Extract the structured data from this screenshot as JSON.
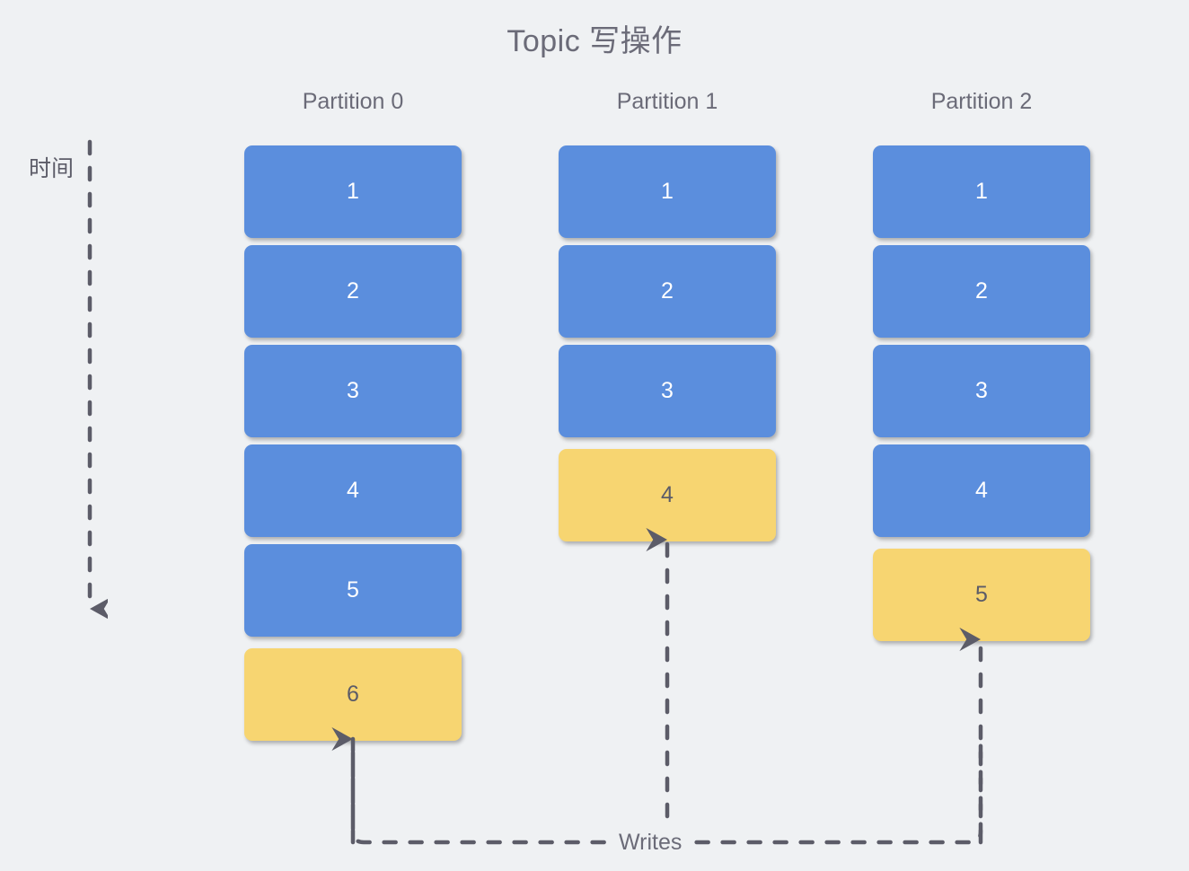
{
  "title": "Topic 写操作",
  "background_color": "#eff1f3",
  "colors": {
    "committed": "#5b8edd",
    "pending": "#f7d571",
    "text_dark": "#6b6b78",
    "text_light": "#ffffff",
    "arrow": "#5c5c68"
  },
  "time_axis": {
    "label": "时间",
    "direction": "down",
    "style": "dashed-arrow"
  },
  "writes": {
    "label": "Writes",
    "style": "dashed-elbow-arrows",
    "targets": [
      "Partition 0",
      "Partition 1",
      "Partition 2"
    ]
  },
  "partitions": [
    {
      "header": "Partition 0",
      "messages": [
        {
          "label": "1",
          "state": "committed"
        },
        {
          "label": "2",
          "state": "committed"
        },
        {
          "label": "3",
          "state": "committed"
        },
        {
          "label": "4",
          "state": "committed"
        },
        {
          "label": "5",
          "state": "committed"
        },
        {
          "label": "6",
          "state": "pending"
        }
      ]
    },
    {
      "header": "Partition 1",
      "messages": [
        {
          "label": "1",
          "state": "committed"
        },
        {
          "label": "2",
          "state": "committed"
        },
        {
          "label": "3",
          "state": "committed"
        },
        {
          "label": "4",
          "state": "pending"
        }
      ]
    },
    {
      "header": "Partition 2",
      "messages": [
        {
          "label": "1",
          "state": "committed"
        },
        {
          "label": "2",
          "state": "committed"
        },
        {
          "label": "3",
          "state": "committed"
        },
        {
          "label": "4",
          "state": "committed"
        },
        {
          "label": "5",
          "state": "pending"
        }
      ]
    }
  ]
}
